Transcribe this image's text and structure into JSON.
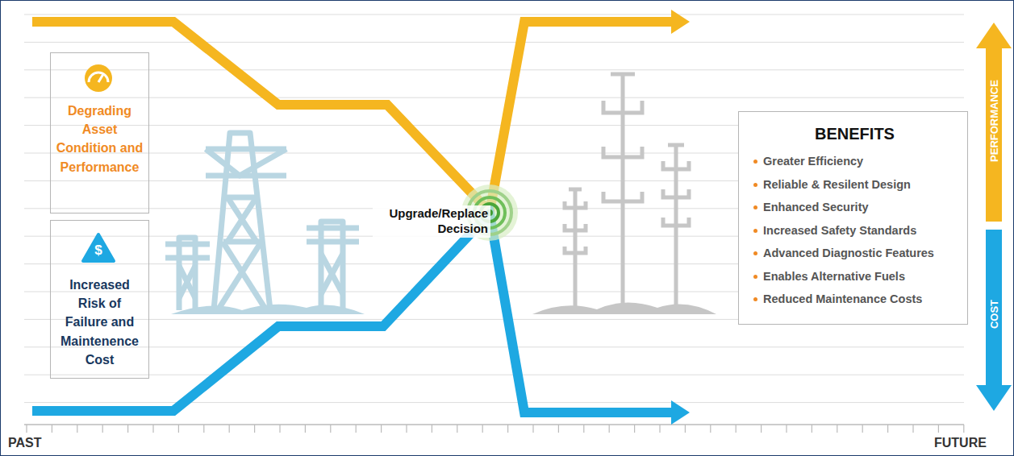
{
  "diagram": {
    "nodes": [
      {
        "text": [
          "Degrading Asset Condition and Performance"
        ]
      },
      {
        "text": [
          "Increased Risk of Failure and Maintenence Cost"
        ]
      },
      {
        "text": [
          "BENEFITS",
          "Greater Efficiency",
          "Reliable & Resilent Design",
          "Enhanced Security",
          "Increased Safety Standards",
          "Advanced Diagnostic Features",
          "Enables Alternative Fuels",
          "Reduced Maintenance Costs"
        ]
      }
    ],
    "labels": [
      "Upgrade/Replace Decision",
      "PAST",
      "FUTURE",
      "PERFORMANCE",
      "COST",
      "$"
    ]
  }
}
